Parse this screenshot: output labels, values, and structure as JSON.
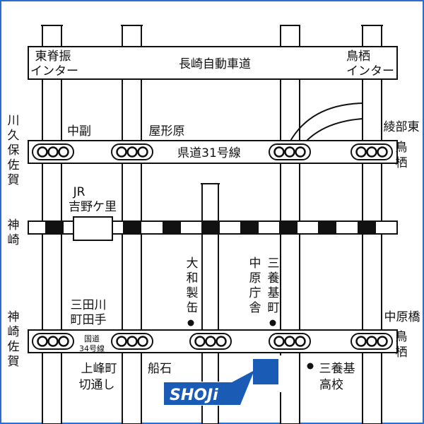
{
  "labels": {
    "expressway": "長崎自動車道",
    "higashisefuri_ic_l1": "東脊振",
    "higashisefuri_ic_l2": "インター",
    "tosu_ic_l1": "鳥栖",
    "tosu_ic_l2": "インター",
    "nakazoe": "中副",
    "yakatabaru": "屋形原",
    "kendo31": "県道31号線",
    "ayabe_higashi": "綾部東",
    "left_kubo_saga": "川久保佐賀",
    "right_tosu_top": "鳥栖",
    "jr_l1": "JR",
    "jr_l2": "吉野ケ里",
    "left_kanzaki": "神崎",
    "daiwa": "大和製缶",
    "nakabaru_office": "中原庁舎",
    "miyaki_town": "三養基町",
    "mitagawa_l1": "三田川",
    "mitagawa_l2": "町田手",
    "nakabaru_bridge": "中原橋",
    "left_kanzaki_saga": "神崎佐賀",
    "right_tosu_bottom": "鳥栖",
    "kokudo34_l1": "国道",
    "kokudo34_l2": "34号線",
    "kamimine_l1": "上峰町",
    "kamimine_l2": "切通し",
    "funaishi": "船石",
    "miyaki_hs_l1": "三養基",
    "miyaki_hs_l2": "高校",
    "logo": "SHOJi"
  },
  "colors": {
    "road_outline": "#111111",
    "road_fill": "#ffffff",
    "rail_dark": "#111111",
    "accent_blue": "#1a5bb5",
    "frame_blue": "#2a6fd0"
  },
  "icons": {
    "signal": "traffic-signal-icon",
    "landmark_dot": "landmark-dot-icon",
    "destination": "destination-square-icon",
    "logo": "shoji-logo"
  }
}
